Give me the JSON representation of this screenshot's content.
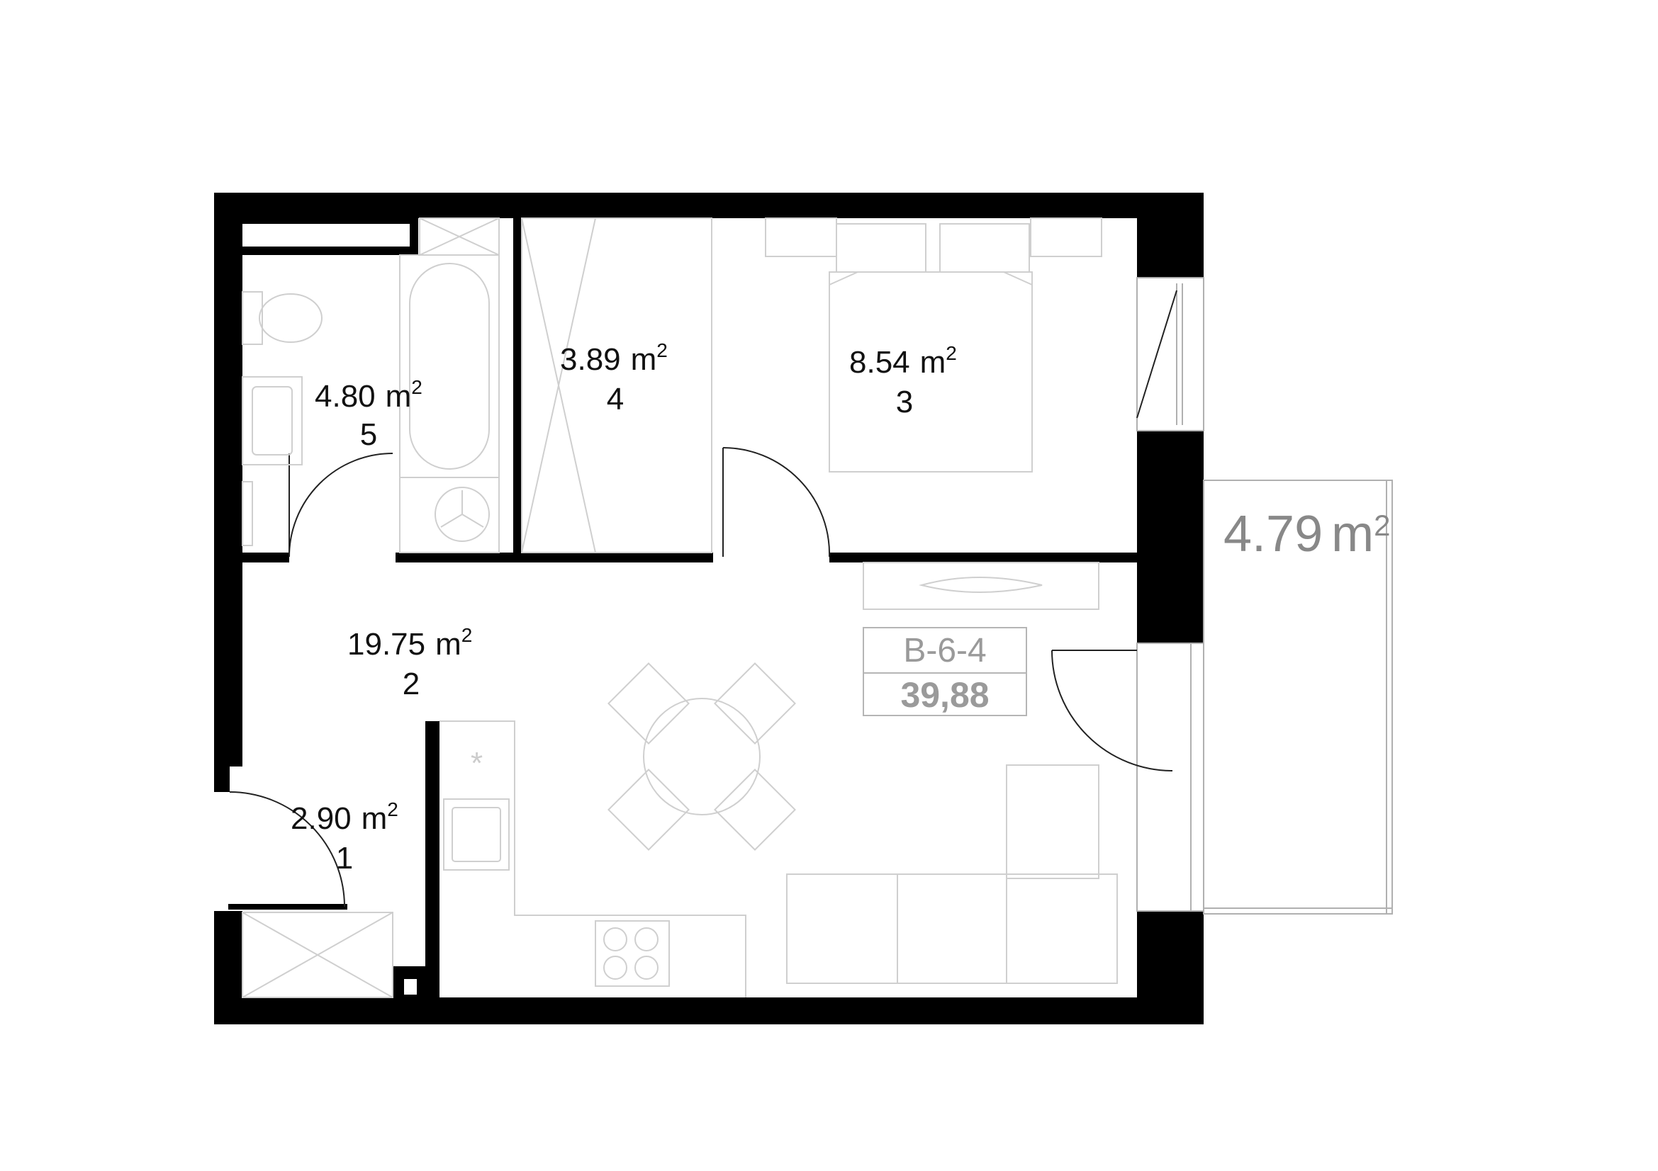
{
  "rooms": [
    {
      "id": "1",
      "area": "2.90",
      "unit": "m",
      "unit_sup": "2",
      "number": "1"
    },
    {
      "id": "2",
      "area": "19.75",
      "unit": "m",
      "unit_sup": "2",
      "number": "2"
    },
    {
      "id": "3",
      "area": "8.54",
      "unit": "m",
      "unit_sup": "2",
      "number": "3"
    },
    {
      "id": "4",
      "area": "3.89",
      "unit": "m",
      "unit_sup": "2",
      "number": "4"
    },
    {
      "id": "5",
      "area": "4.80",
      "unit": "m",
      "unit_sup": "2",
      "number": "5"
    }
  ],
  "balcony": {
    "area": "4.79",
    "unit": "m",
    "unit_sup": "2"
  },
  "apartment": {
    "code": "B-6-4",
    "total_area": "39,88"
  },
  "colors": {
    "wall": "#000000",
    "fixture": "#cfcfcf",
    "label_gray": "#9a9a9a"
  }
}
